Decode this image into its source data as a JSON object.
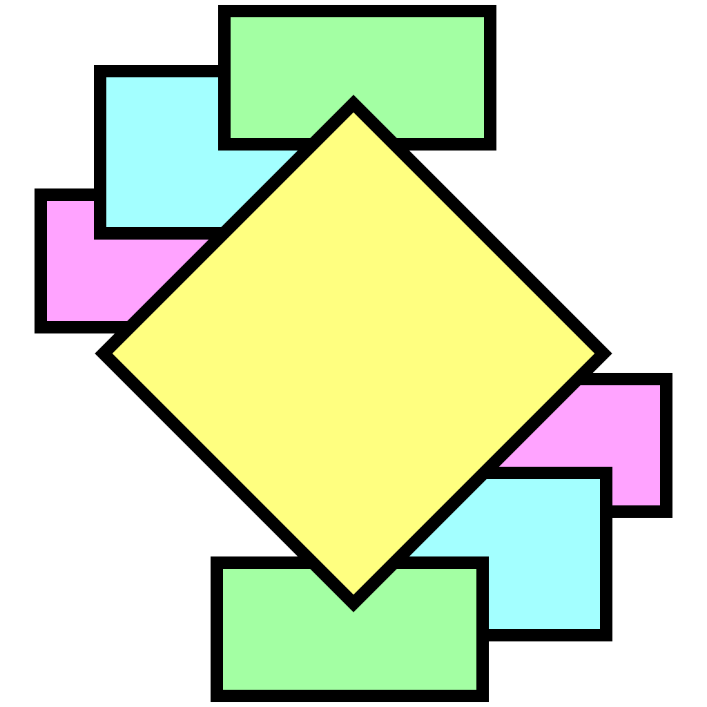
{
  "colors": {
    "background": "#ffffff",
    "outline": "#000000",
    "green": "#a3ffa3",
    "cyan": "#a3ffff",
    "pink": "#ffa3ff",
    "yellow": "#ffff80"
  },
  "shapes": [
    {
      "name": "pink-rectangle-left",
      "kind": "rectangle",
      "color": "pink"
    },
    {
      "name": "pink-rectangle-right",
      "kind": "rectangle",
      "color": "pink"
    },
    {
      "name": "cyan-rectangle-left",
      "kind": "rectangle",
      "color": "cyan"
    },
    {
      "name": "cyan-rectangle-right",
      "kind": "rectangle",
      "color": "cyan"
    },
    {
      "name": "green-rectangle-top",
      "kind": "rectangle",
      "color": "green"
    },
    {
      "name": "green-rectangle-bottom",
      "kind": "rectangle",
      "color": "green"
    },
    {
      "name": "yellow-diamond-center",
      "kind": "diamond",
      "color": "yellow"
    }
  ]
}
